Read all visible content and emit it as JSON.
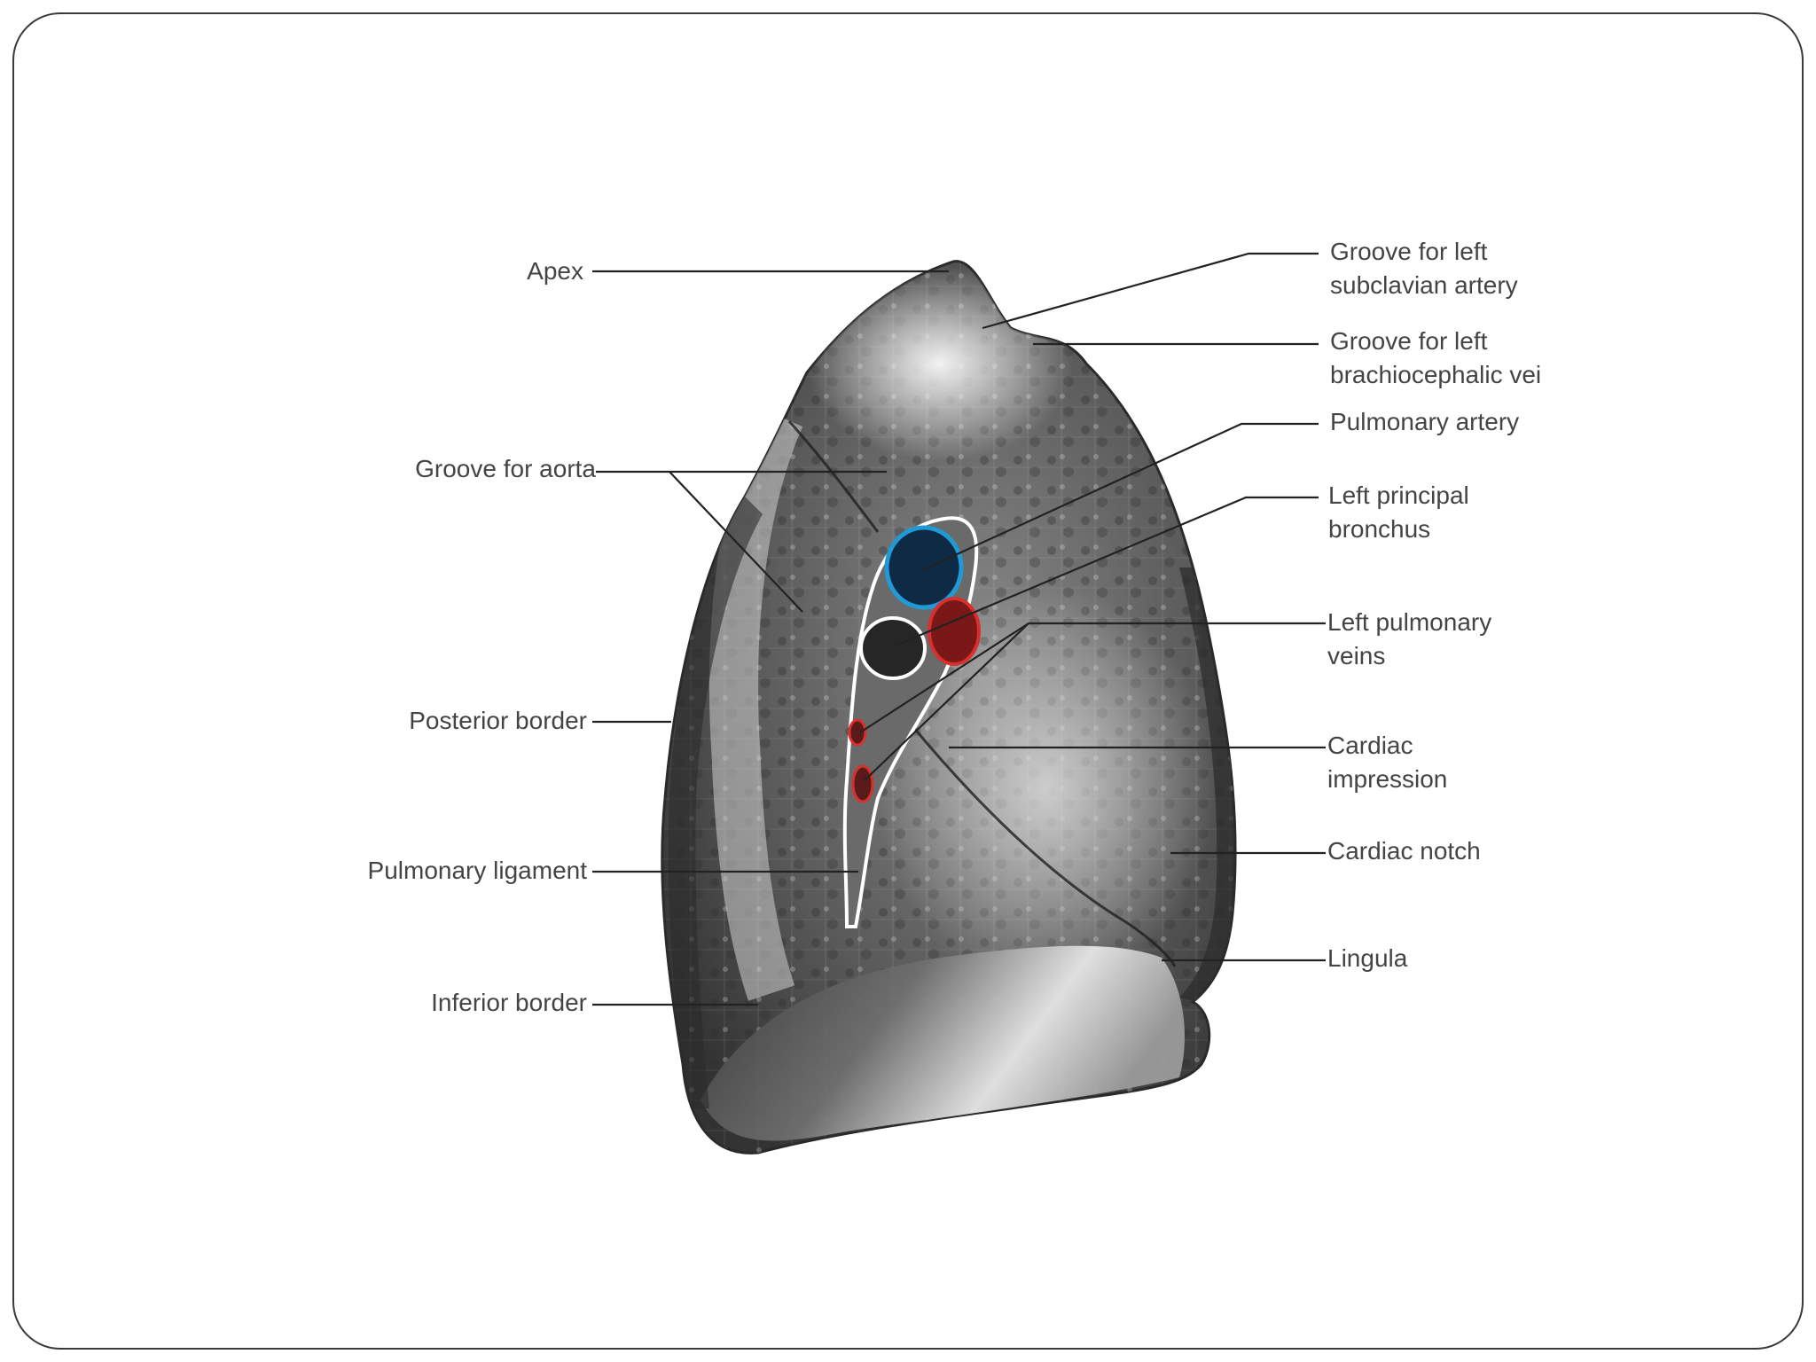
{
  "labels": {
    "apex": "Apex",
    "groove_aorta": "Groove for aorta",
    "posterior_border": "Posterior border",
    "pulmonary_ligament": "Pulmonary ligament",
    "inferior_border": "Inferior border",
    "groove_subclavian_1": "Groove for left",
    "groove_subclavian_2": "subclavian artery",
    "groove_brachio_1": "Groove for left",
    "groove_brachio_2": "brachiocephalic vei",
    "pulmonary_artery": "Pulmonary artery",
    "left_principal_1": "Left principal",
    "left_principal_2": "bronchus",
    "left_pulm_veins_1": "Left pulmonary",
    "left_pulm_veins_2": "veins",
    "cardiac_impression_1": "Cardiac",
    "cardiac_impression_2": "impression",
    "cardiac_notch": "Cardiac notch",
    "lingula": "Lingula"
  },
  "colors": {
    "artery_outline": "#1f9ad6",
    "artery_fill": "#0f2a44",
    "vein_outline": "#d8302c",
    "vein_fill": "#7a1818",
    "bronchus_fill": "#2a2a2a",
    "lung_dark": "#3d3d3d",
    "lung_light": "#d9d9d9"
  }
}
